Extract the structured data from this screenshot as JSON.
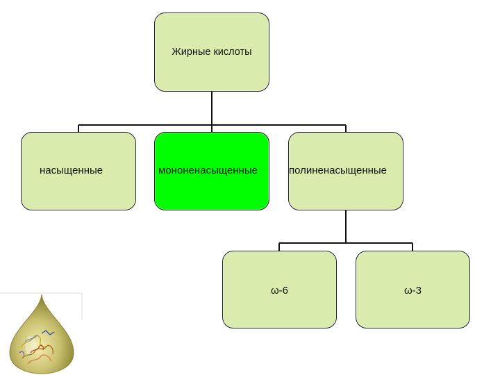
{
  "diagram": {
    "root": {
      "label": "Жирные кислоты"
    },
    "level1": [
      {
        "label": "насыщенные"
      },
      {
        "label": "мононенасыщенные"
      },
      {
        "label": "полиненасыщенные"
      }
    ],
    "level2": [
      {
        "label": "ω-6"
      },
      {
        "label": "ω-3"
      }
    ]
  },
  "colors": {
    "node_fill": "#d9ecae",
    "highlight_fill": "#00ff00",
    "connector": "#111111"
  },
  "icons": {
    "logo": "oil-drop-molecule-icon"
  }
}
